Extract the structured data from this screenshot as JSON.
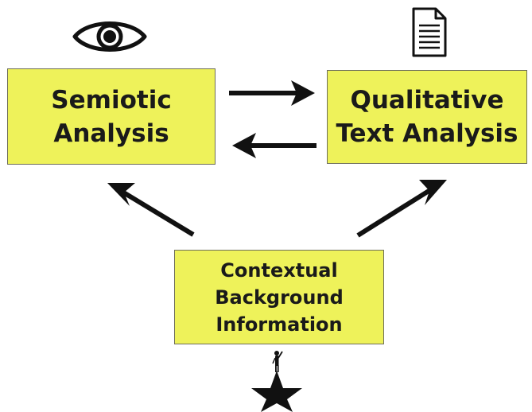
{
  "diagram": {
    "nodes": {
      "semiotic": {
        "label": "Semiotic\nAnalysis"
      },
      "qualitative": {
        "label": "Qualitative\nText Analysis"
      },
      "contextual": {
        "label": "Contextual\nBackground\nInformation"
      }
    },
    "icons": {
      "semiotic": "eye-icon",
      "qualitative": "document-icon",
      "contextual": "star-silhouette-icon"
    },
    "edges": [
      {
        "from": "semiotic",
        "to": "qualitative"
      },
      {
        "from": "qualitative",
        "to": "semiotic"
      },
      {
        "from": "contextual",
        "to": "semiotic"
      },
      {
        "from": "contextual",
        "to": "qualitative"
      }
    ],
    "colors": {
      "box_fill": "#eef25a",
      "arrow": "#111111"
    }
  }
}
